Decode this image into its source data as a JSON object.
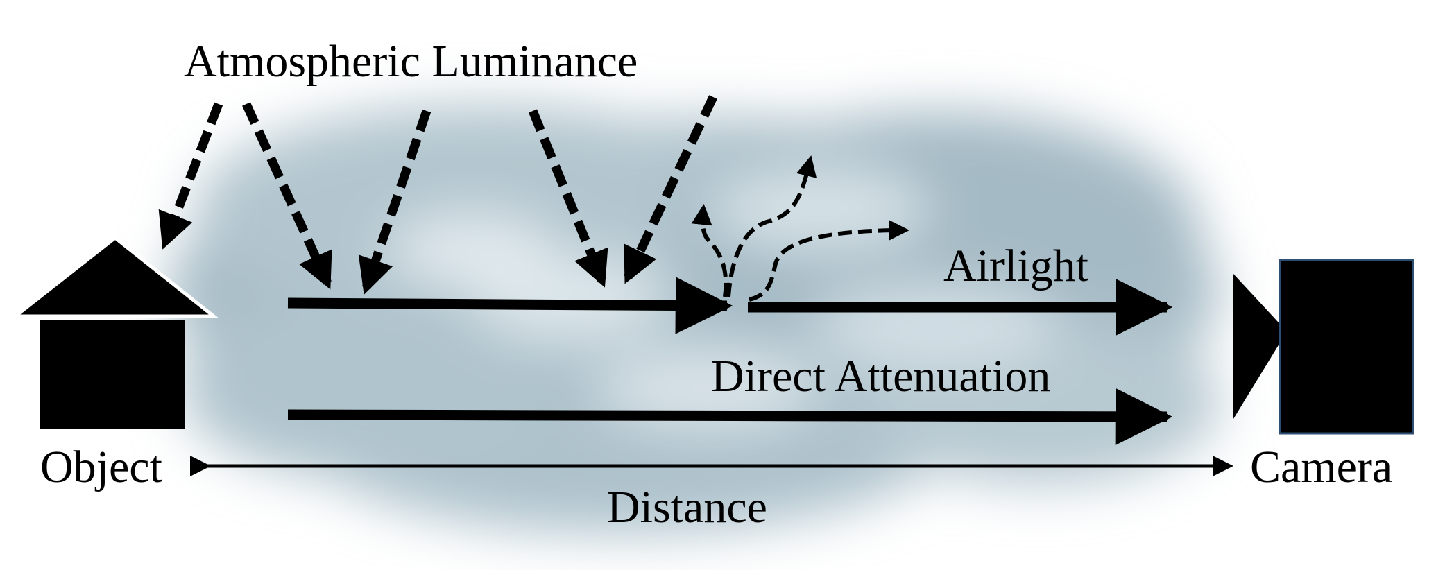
{
  "labels": {
    "atmospheric_luminance": "Atmospheric Luminance",
    "airlight": "Airlight",
    "direct_attenuation": "Direct Attenuation",
    "object": "Object",
    "camera": "Camera",
    "distance": "Distance"
  },
  "colors": {
    "ink": "#000000",
    "haze": "#9fb6c1",
    "camera_outline": "#2d4f73",
    "background": "#ffffff"
  },
  "icons": {
    "object": "house-icon",
    "camera": "camera-icon"
  }
}
